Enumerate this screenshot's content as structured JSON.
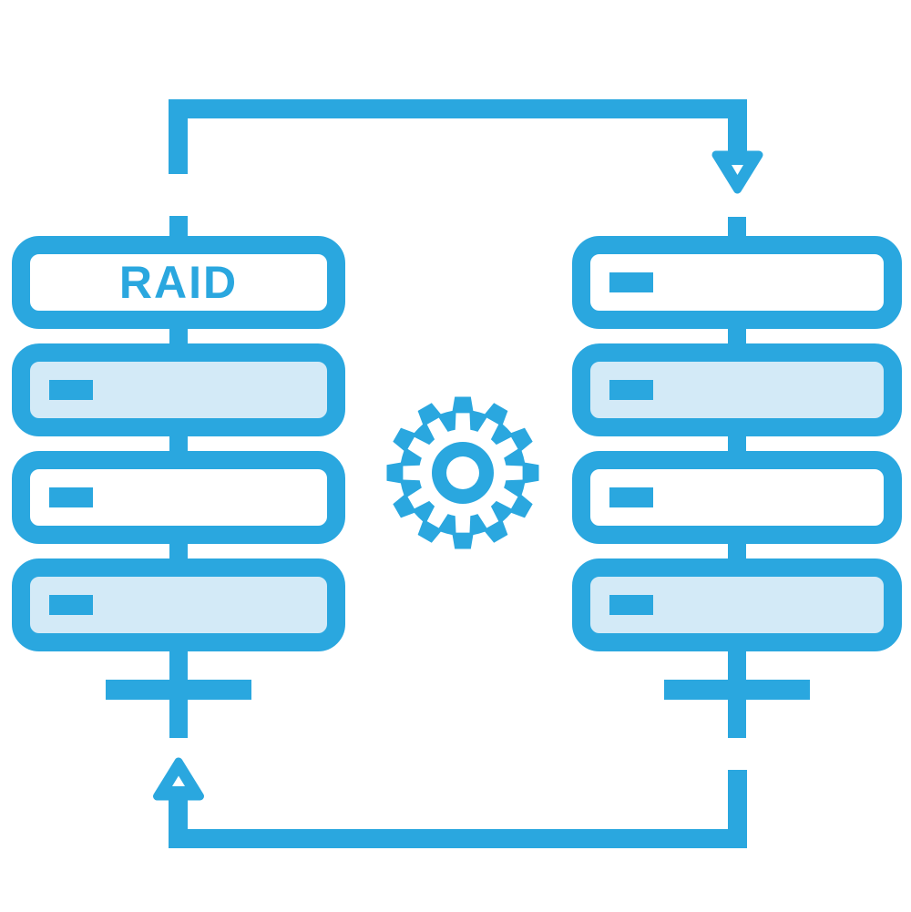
{
  "colors": {
    "primary": "#2AA7DF",
    "light_fill": "#D3EAF7",
    "background": "#FFFFFF"
  },
  "left_stack": {
    "label": "RAID",
    "units": [
      {
        "name": "raid-label-unit",
        "fill": "white",
        "dash": false
      },
      {
        "name": "disk-unit",
        "fill": "light",
        "dash": true
      },
      {
        "name": "disk-unit",
        "fill": "white",
        "dash": true
      },
      {
        "name": "disk-unit",
        "fill": "light",
        "dash": true
      }
    ]
  },
  "right_stack": {
    "units": [
      {
        "name": "disk-unit",
        "fill": "white",
        "dash": true
      },
      {
        "name": "disk-unit",
        "fill": "light",
        "dash": true
      },
      {
        "name": "disk-unit",
        "fill": "white",
        "dash": true
      },
      {
        "name": "disk-unit",
        "fill": "light",
        "dash": true
      }
    ]
  },
  "icons": {
    "center": "gear-icon",
    "top_arrow": "arrow-down-icon",
    "bottom_arrow": "arrow-up-icon"
  }
}
